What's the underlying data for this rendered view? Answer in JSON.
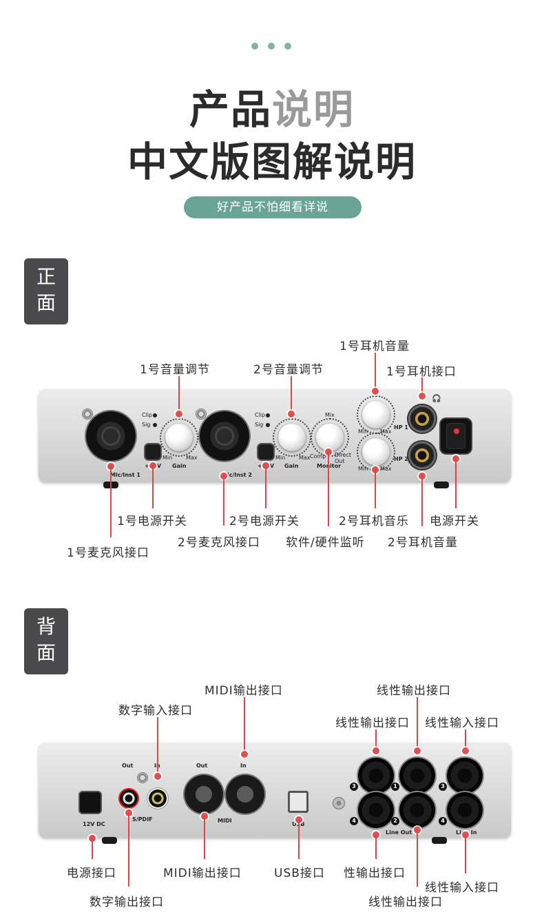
{
  "header": {
    "title_line1_dark": "产品",
    "title_line1_grey": "说明",
    "title_line2": "中文版图解说明",
    "tagline": "好产品不怕细看详说"
  },
  "sections": {
    "front": {
      "tag_chars": [
        "正",
        "面"
      ]
    },
    "back": {
      "tag_chars": [
        "背",
        "面"
      ]
    }
  },
  "front_labels": {
    "gain1": "1号音量调节",
    "gain2": "2号音量调节",
    "hp1_volume": "1号耳机音量",
    "hp1_jack": "1号耳机接口",
    "phantom1": "1号电源开关",
    "mic1": "1号麦克风接口",
    "mic2": "2号麦克风接口",
    "phantom2": "2号电源开关",
    "monitor": "软件/硬件监听",
    "hp2_music": "2号耳机音乐",
    "hp2_volume": "2号耳机音量",
    "power_switch": "电源开关"
  },
  "front_device_text": {
    "mic1_label": "Mic/Inst 1",
    "mic2_label": "Mic/Inst 2",
    "clip": "Clip",
    "sig": "Sig",
    "min": "Min",
    "max": "Max",
    "gain": "Gain",
    "phantom": "+48V",
    "mix": "Mix",
    "comp": "Comp",
    "direct_out": "Direct Out",
    "monitor": "Monitor",
    "hp1": "HP 1",
    "hp2": "HP 2"
  },
  "back_labels": {
    "midi_out": "MIDI输出接口",
    "digital_in": "数字输入接口",
    "line_out_top": "线性输出接口",
    "line_out_left": "线性输出接口",
    "line_in_top": "线性输入接口",
    "power_in": "电源接口",
    "midi_out_bottom": "MIDI输出接口",
    "usb": "USB接口",
    "line_out_bottom_partial": "性输出接口",
    "line_in_bottom": "线性输入接口",
    "digital_out": "数字输出接口",
    "line_out_bottom": "线性输出接口"
  },
  "back_device_text": {
    "out": "Out",
    "in": "In",
    "spdif": "S/PDIF",
    "midi": "MIDI",
    "usb": "USB",
    "dc": "12V DC",
    "line_out": "Line Out",
    "line_in": "Line In",
    "n1": "1",
    "n2": "2",
    "n3": "3",
    "n4": "4"
  },
  "colors": {
    "accent_teal": "#6aa497",
    "callout_red": "#d94848",
    "tag_dark": "#4a4a4c"
  }
}
